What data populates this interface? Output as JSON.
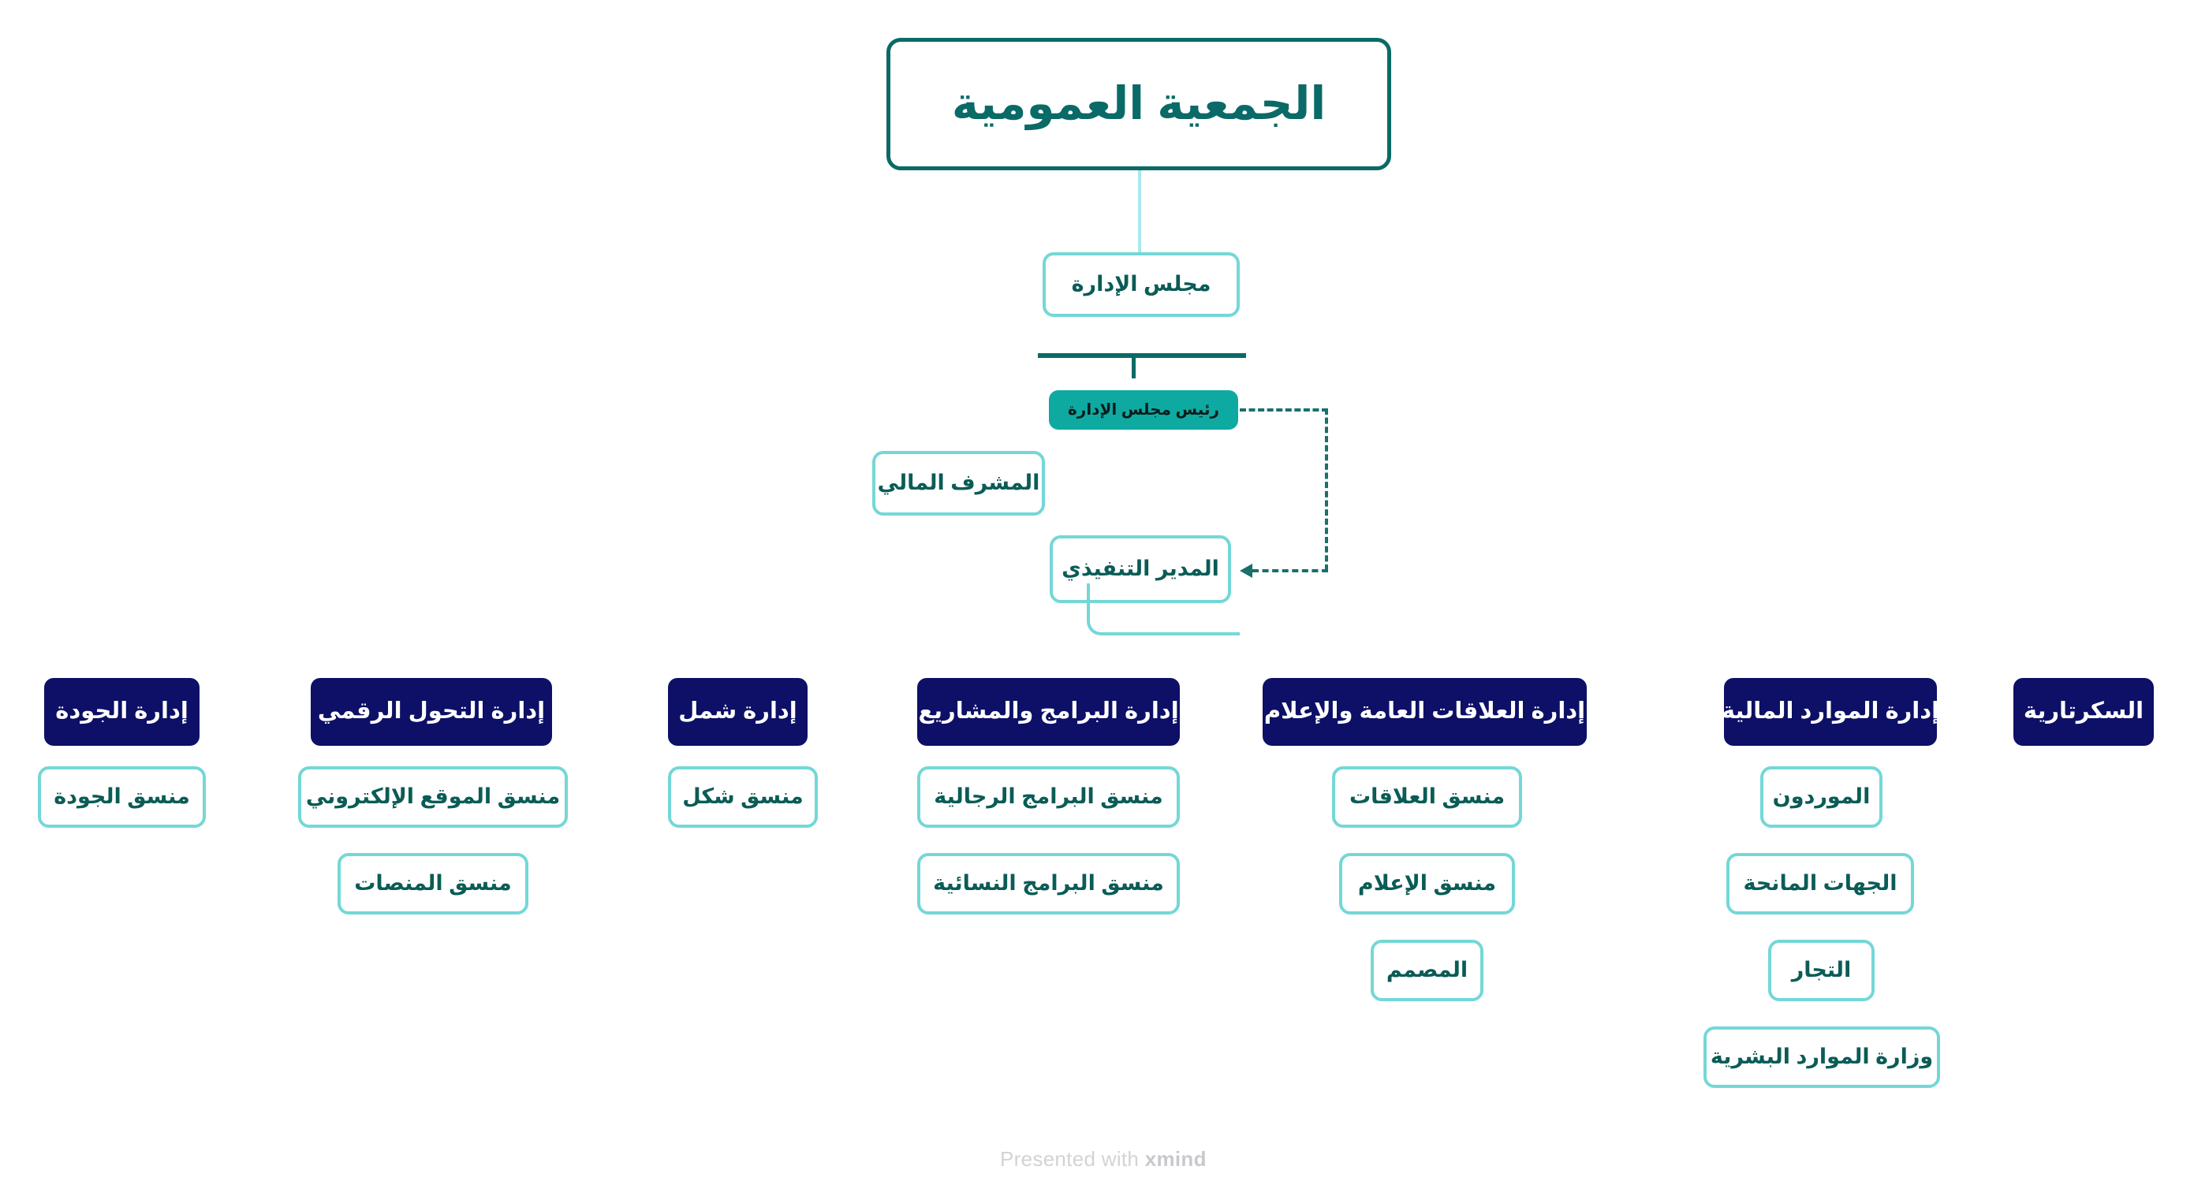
{
  "root": {
    "label": "الجمعية العمومية"
  },
  "board": {
    "label": "مجلس الإدارة"
  },
  "executive": [
    {
      "label": "رئيس مجلس الإدارة",
      "style": "filled"
    },
    {
      "label": "المشرف المالي",
      "style": "outline"
    },
    {
      "label": "المدير التنفيذي",
      "style": "outline"
    }
  ],
  "departments": [
    {
      "label": "إدارة الجودة",
      "children": [
        "منسق الجودة"
      ]
    },
    {
      "label": "إدارة التحول الرقمي",
      "children": [
        "منسق الموقع الإلكتروني",
        "منسق المنصات"
      ]
    },
    {
      "label": "إدارة شمل",
      "children": [
        "منسق شكل"
      ]
    },
    {
      "label": "إدارة البرامج والمشاريع",
      "children": [
        "منسق البرامج الرجالية",
        "منسق البرامج النسائية"
      ]
    },
    {
      "label": "إدارة العلاقات العامة والإعلام",
      "children": [
        "منسق العلاقات",
        "منسق الإعلام",
        "المصمم"
      ]
    },
    {
      "label": "إدارة الموارد المالية",
      "children": [
        "الموردون",
        "الجهات المانحة",
        "التجار",
        "وزارة الموارد البشرية"
      ]
    },
    {
      "label": "السكرتارية",
      "children": []
    }
  ],
  "footer": {
    "prefix": "Presented with ",
    "brand": "xmind"
  },
  "colors": {
    "root_border": "#0a6a67",
    "outline_border": "#74d7d7",
    "chairman_fill": "#0eaaa2",
    "department_fill": "#0d1066",
    "child_text": "#0b5c56",
    "connector_light": "#a9e8ef",
    "connector_dark": "#17706b",
    "watermark": "#d3d3d6",
    "canvas": "#ffffff"
  }
}
